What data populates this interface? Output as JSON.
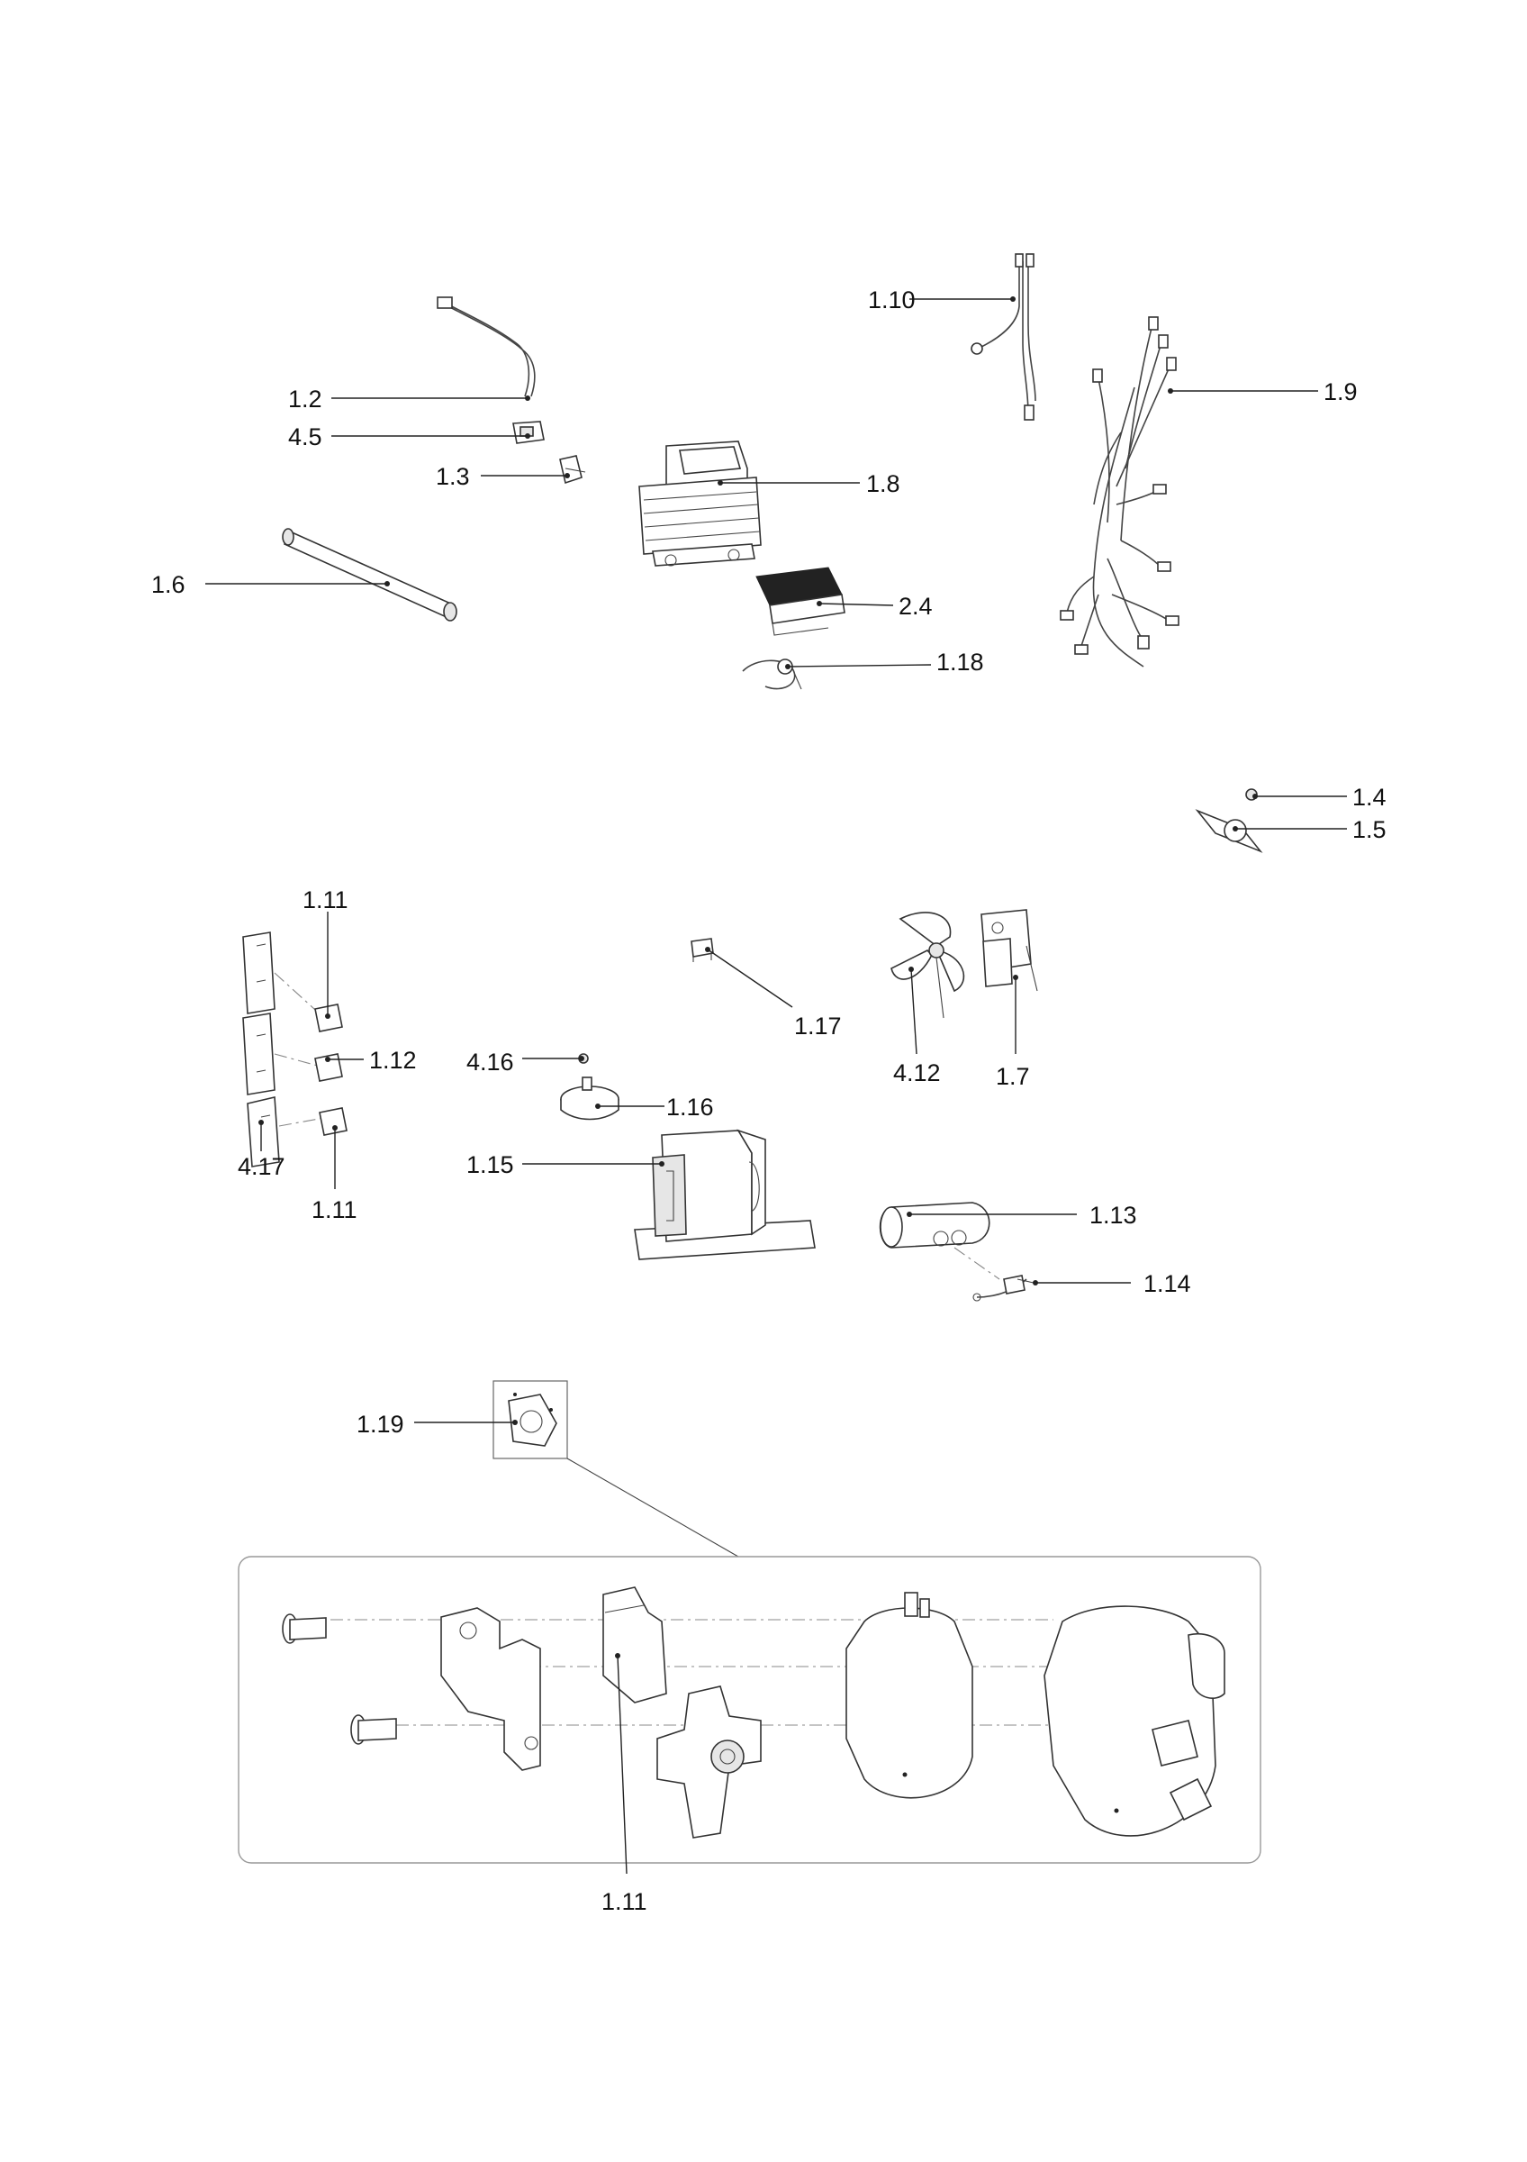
{
  "callouts": {
    "c1_2": "1.2",
    "c4_5": "4.5",
    "c1_3": "1.3",
    "c1_6": "1.6",
    "c1_8": "1.8",
    "c2_4": "2.4",
    "c1_18": "1.18",
    "c1_10": "1.10",
    "c1_9": "1.9",
    "c1_4": "1.4",
    "c1_5": "1.5",
    "c1_11_top": "1.11",
    "c1_12": "1.12",
    "c4_17": "4.17",
    "c1_11_bottom": "1.11",
    "c4_16": "4.16",
    "c1_16": "1.16",
    "c1_17": "1.17",
    "c1_15": "1.15",
    "c4_12": "4.12",
    "c1_7": "1.7",
    "c1_13": "1.13",
    "c1_14": "1.14",
    "c1_19": "1.19",
    "c1_11_detail": "1.11"
  },
  "icons": {
    "wire_lead": "thermal-fuse-wire-icon",
    "fuse_holder": "fuse-holder-icon",
    "bracket": "small-bracket-icon",
    "lamp_tube": "heater-tube-icon",
    "magnetron": "magnetron-icon",
    "heat_sink": "heat-sink-icon",
    "thermostat": "thermostat-icon",
    "waveguide_cable": "cable-icon",
    "wiring_harness": "wiring-harness-icon",
    "lamp": "lamp-icon",
    "switch_assembly": "door-switch-assembly-icon",
    "sensor": "sensor-icon",
    "fan_motor": "fan-motor-icon",
    "fan_blade": "fan-blade-icon",
    "turntable_motor": "turntable-motor-icon",
    "transformer": "transformer-icon",
    "capacitor": "capacitor-icon",
    "diode": "diode-icon",
    "timer_motor": "timer-motor-icon"
  }
}
